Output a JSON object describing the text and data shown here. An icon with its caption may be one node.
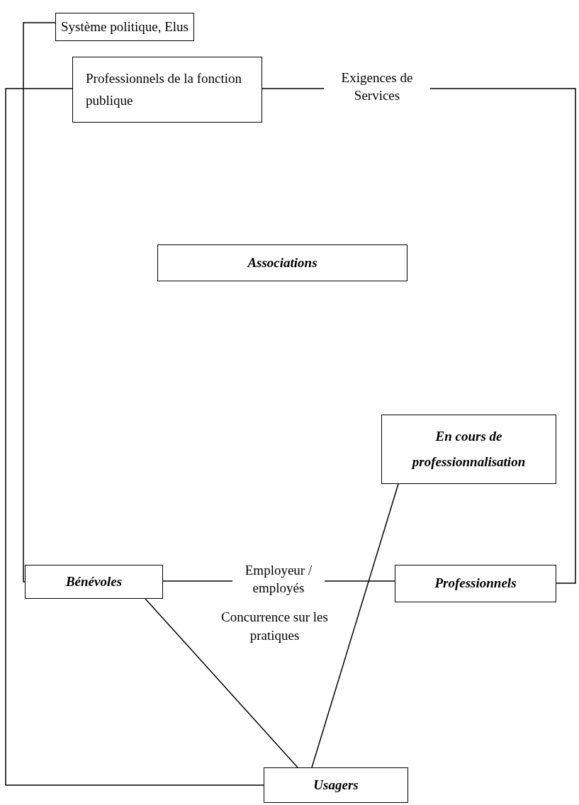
{
  "diagram": {
    "nodes": [
      {
        "text": [
          "Système politique, Elus"
        ]
      },
      {
        "text": [
          "Professionnels de la fonction publique"
        ]
      },
      {
        "text": [
          "Associations"
        ]
      },
      {
        "text": [
          "Bénévoles"
        ]
      },
      {
        "text": [
          "Professionnels"
        ]
      },
      {
        "text": [
          "En cours de professionnalisation"
        ]
      },
      {
        "text": [
          "Usagers"
        ]
      }
    ],
    "edges": [
      {
        "from": 0,
        "to": 3,
        "arrow": "none"
      },
      {
        "from": 1,
        "to": 6,
        "arrow": "none"
      },
      {
        "from": 1,
        "to": 4,
        "arrow": "none",
        "label": "Exigences de Services"
      },
      {
        "from": 3,
        "to": 4,
        "arrow": "none",
        "label": "Employeur / employés"
      },
      {
        "from": 3,
        "to": 6,
        "arrow": "none"
      },
      {
        "from": 5,
        "to": 6,
        "arrow": "none"
      }
    ],
    "labels": [
      "Concurrence sur les pratiques"
    ]
  }
}
